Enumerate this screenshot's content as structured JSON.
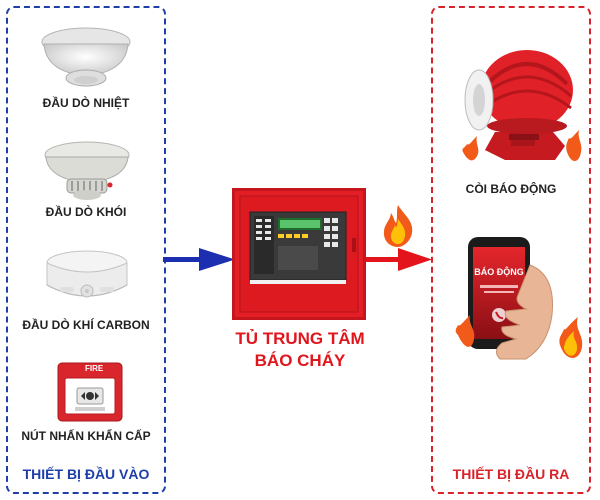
{
  "inputs": {
    "title": "THIẾT BỊ ĐẦU VÀO",
    "items": [
      {
        "label": "ĐẦU DÒ NHIỆT"
      },
      {
        "label": "ĐẦU DÒ KHÓI"
      },
      {
        "label": "ĐẦU DÒ KHÍ CARBON"
      },
      {
        "label": "NÚT NHẤN KHẨN CẤP"
      }
    ],
    "call_point_text": "FIRE",
    "color": "#1f3fa8"
  },
  "center": {
    "line1": "TỦ TRUNG TÂM",
    "line2": "BÁO CHÁY",
    "color": "#e0161d"
  },
  "outputs": {
    "title": "THIẾT BỊ ĐẦU RA",
    "items": [
      {
        "label": "CÒI BÁO ĐỘNG"
      },
      {
        "label": "BÁO ĐỘNG"
      }
    ],
    "color": "#d8232a"
  },
  "arrows": {
    "in_color": "#1c2fb0",
    "out_color": "#e3141b"
  }
}
